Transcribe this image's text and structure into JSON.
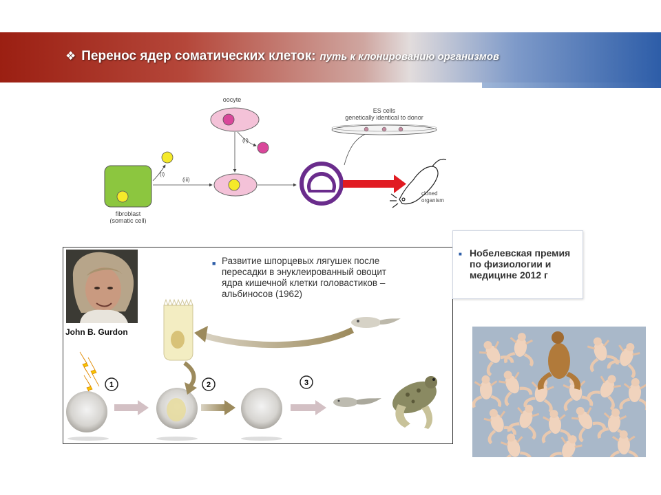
{
  "header": {
    "bullet": "❖",
    "title_main": "Перенос ядер соматических клеток:",
    "title_sub": "путь к клонированию организмов"
  },
  "diagram": {
    "oocyte_label": "oocyte",
    "es_line1": "ES cells",
    "es_line2": "genetically identical to donor",
    "step_i": "(i)",
    "step_ii": "(ii)",
    "step_iii": "(iii)",
    "fibroblast_line1": "fibroblast",
    "fibroblast_line2": "(somatic cell)",
    "cloned_line1": "cloned",
    "cloned_line2": "organism"
  },
  "gurdon_panel": {
    "name": "John B. Gurdon",
    "description": "Развитие шпорцевых лягушек после пересадки в энуклеированный овоцит ядра кишечной клетки головастиков – альбиносов (1962)",
    "steps": [
      "1",
      "2",
      "3"
    ]
  },
  "nobel": {
    "text": "Нобелевская премия по физиологии и медицине 2012 г"
  },
  "colors": {
    "banner_red": "#9b1f12",
    "banner_blue": "#2d5da8",
    "fibroblast_green": "#8cc63f",
    "nucleus_yellow": "#f5ea2a",
    "oocyte_pink": "#f4c2d8",
    "nucleus_magenta": "#d9479a",
    "blastocyst_purple": "#6a2c8c",
    "arrow_red": "#e11b22"
  }
}
